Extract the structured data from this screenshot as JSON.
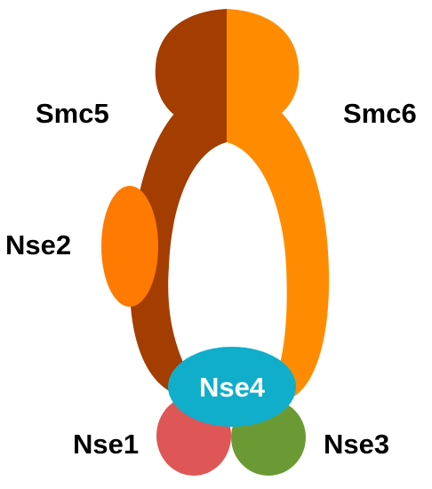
{
  "labels": {
    "smc5": "Smc5",
    "smc6": "Smc6",
    "nse1": "Nse1",
    "nse2": "Nse2",
    "nse3": "Nse3",
    "nse4": "Nse4"
  },
  "colors": {
    "smc5": "#A33D00",
    "smc6": "#FF8C00",
    "nse2": "#FF7A00",
    "nse4": "#10AECB",
    "nse1": "#DE5656",
    "nse3": "#6B9A35",
    "label_text": "#000000",
    "nse4_text": "#FFFFFF"
  }
}
